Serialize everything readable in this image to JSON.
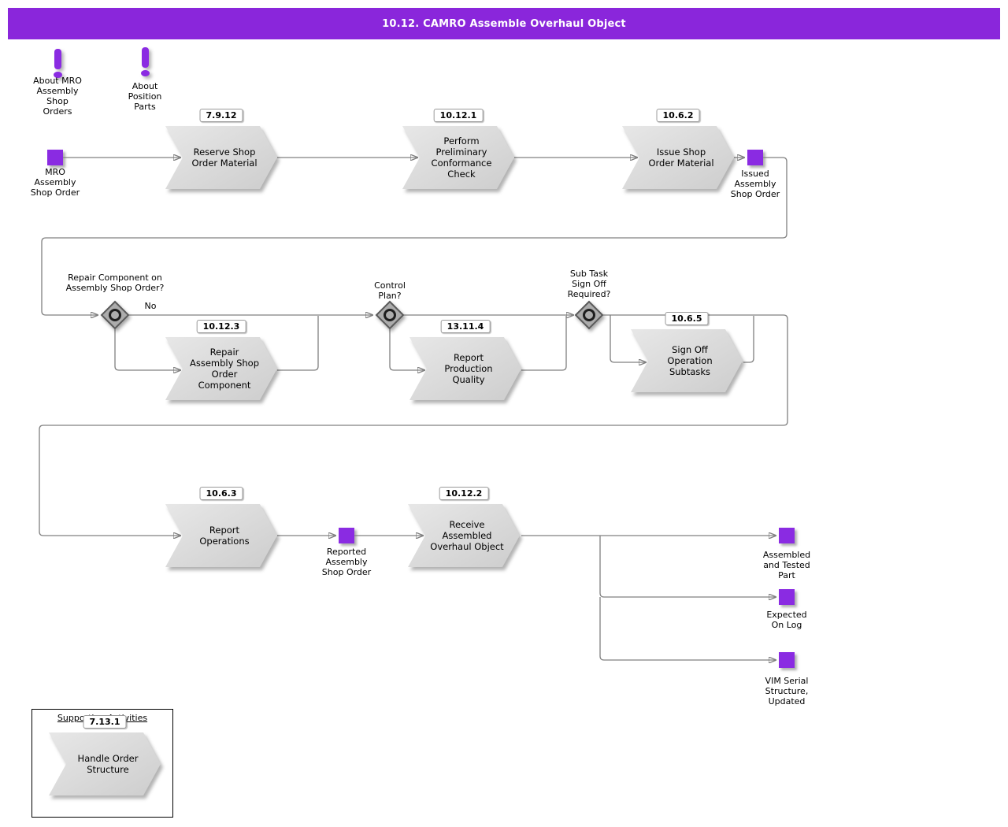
{
  "title": "10.12. CAMRO Assemble Overhaul Object",
  "colors": {
    "bar": "#8A26DB",
    "accent": "#8A2BE2",
    "line": "#808080",
    "shape_fill": "#D5D5D5",
    "shape_fill_light": "#E7E7E7"
  },
  "notes": [
    {
      "label": "About MRO\nAssembly\nShop\nOrders"
    },
    {
      "label": "About\nPosition\nParts"
    }
  ],
  "activities": [
    {
      "id": "7.9.12",
      "label": "Reserve Shop\nOrder Material"
    },
    {
      "id": "10.12.1",
      "label": "Perform\nPreliminary\nConformance\nCheck"
    },
    {
      "id": "10.6.2",
      "label": "Issue Shop\nOrder Material"
    },
    {
      "id": "10.12.3",
      "label": "Repair\nAssembly Shop\nOrder\nComponent"
    },
    {
      "id": "13.11.4",
      "label": "Report\nProduction\nQuality"
    },
    {
      "id": "10.6.5",
      "label": "Sign Off\nOperation\nSubtasks"
    },
    {
      "id": "10.6.3",
      "label": "Report\nOperations"
    },
    {
      "id": "10.12.2",
      "label": "Receive\nAssembled\nOverhaul Object"
    },
    {
      "id": "7.13.1",
      "label": "Handle Order\nStructure"
    }
  ],
  "events": [
    {
      "label": "MRO\nAssembly\nShop Order"
    },
    {
      "label": "Issued\nAssembly\nShop Order"
    },
    {
      "label": "Reported\nAssembly\nShop Order"
    },
    {
      "label": "Assembled\nand Tested\nPart"
    },
    {
      "label": "Expected\nOn Log"
    },
    {
      "label": "VIM Serial\nStructure,\nUpdated"
    }
  ],
  "gateways": [
    {
      "label": "Repair Component on\nAssembly Shop Order?"
    },
    {
      "label": "Control\nPlan?"
    },
    {
      "label": "Sub Task\nSign Off\nRequired?"
    }
  ],
  "edge_labels": {
    "no": "No"
  },
  "group": {
    "title": "Supporting Activities"
  }
}
